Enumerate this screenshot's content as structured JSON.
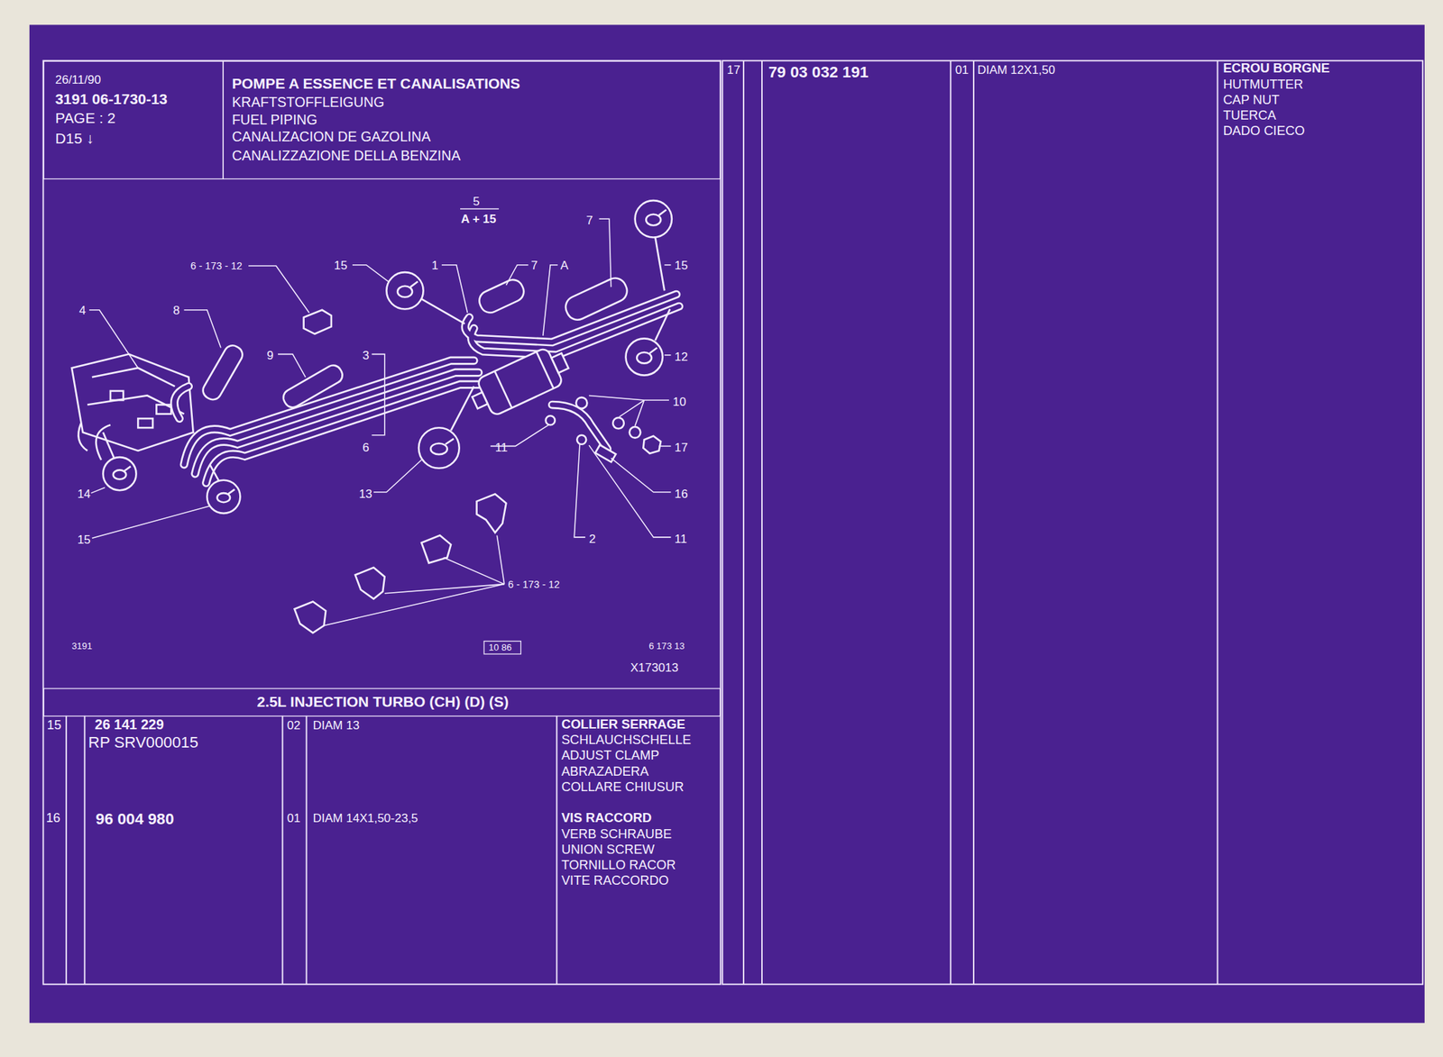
{
  "diagram": {
    "nodes": [
      {
        "text": [
          "26/11/90",
          "3191 06-1730-13",
          "PAGE : 2",
          "D15 ↓"
        ]
      },
      {
        "text": [
          "POMPE A ESSENCE ET CANALISATIONS",
          "KRAFTSTOFFLEIGUNG",
          "FUEL PIPING",
          "CANALIZACION DE GAZOLINA",
          "CANALIZZAZIONE DELLA BENZINA"
        ]
      },
      {
        "text": [
          "2.5L INJECTION TURBO (CH) (D) (S)"
        ]
      }
    ],
    "edges": [],
    "labels": [
      "5",
      "A + 15",
      "7",
      "6 - 173 - 12",
      "15",
      "1",
      "7",
      "A",
      "15",
      "4",
      "8",
      "9",
      "3",
      "12",
      "10",
      "6",
      "11",
      "17",
      "14",
      "13",
      "16",
      "15",
      "2",
      "11",
      "6 - 173 - 12",
      "3191",
      "10 86",
      "6 173 13",
      "X173013",
      "15",
      "26 141 229",
      "RP SRV000015",
      "02",
      "DIAM 13",
      "COLLIER SERRAGE",
      "SCHLAUCHSCHELLE",
      "ADJUST CLAMP",
      "ABRAZADERA",
      "COLLARE CHIUSUR",
      "16",
      "96 004 980",
      "01",
      "DIAM 14X1,50-23,5",
      "VIS RACCORD",
      "VERB SCHRAUBE",
      "UNION SCREW",
      "TORNILLO RACOR",
      "VITE RACCORDO",
      "17",
      "79 03 032 191",
      "01",
      "DIAM 12X1,50",
      "ECROU BORGNE",
      "HUTMUTTER",
      "CAP NUT",
      "TUERCA",
      "DADO CIECO"
    ]
  }
}
